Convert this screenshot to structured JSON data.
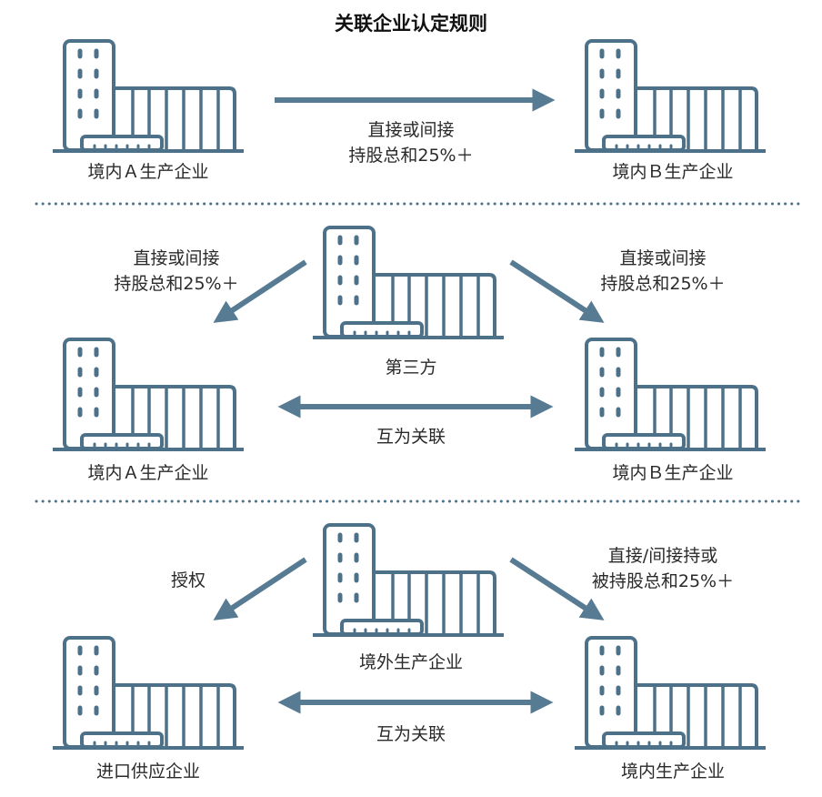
{
  "title": "关联企业认定规则",
  "colors": {
    "building": "#4d7188",
    "arrow": "#577b92",
    "divider": "#4d7188"
  },
  "section1": {
    "left_label": "境内Ａ生产企业",
    "right_label": "境内Ｂ生产企业",
    "arrow_line1": "直接或间接",
    "arrow_line2": "持股总和25%＋"
  },
  "section2": {
    "center_label": "第三方",
    "left_arrow_line1": "直接或间接",
    "left_arrow_line2": "持股总和25%＋",
    "right_arrow_line1": "直接或间接",
    "right_arrow_line2": "持股总和25%＋",
    "left_label": "境内Ａ生产企业",
    "right_label": "境内Ｂ生产企业",
    "mutual_label": "互为关联"
  },
  "section3": {
    "center_label": "境外生产企业",
    "left_arrow_label": "授权",
    "right_arrow_line1": "直接/间接持或",
    "right_arrow_line2": "被持股总和25%＋",
    "left_label": "进口供应企业",
    "right_label": "境内生产企业",
    "mutual_label": "互为关联"
  }
}
